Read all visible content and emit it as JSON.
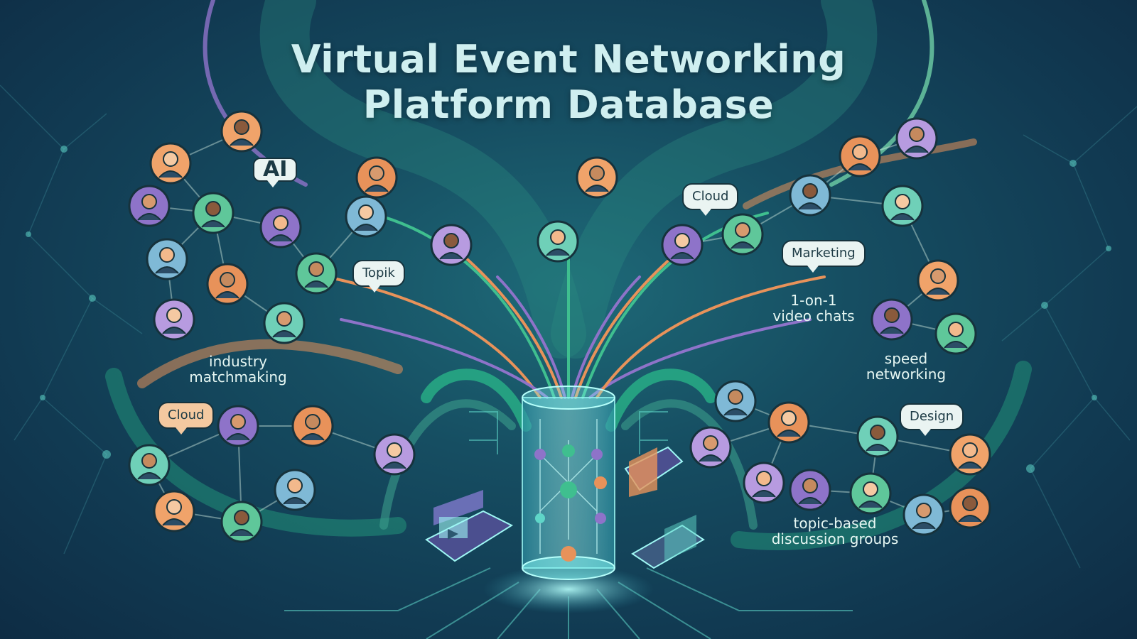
{
  "title": {
    "line1": "Virtual Event Networking",
    "line2": "Platform Database"
  },
  "bubbles": {
    "ai": "AI",
    "topik": "Topik",
    "cloud_right": "Cloud",
    "marketing": "Marketing",
    "cloud_left": "Cloud",
    "design": "Design"
  },
  "labels": {
    "industry_1": "industry",
    "industry_2": "matchmaking",
    "video_1": "1-on-1",
    "video_2": "video chats",
    "speed_1": "speed",
    "speed_2": "networking",
    "topic_1": "topic-based",
    "topic_2": "discussion groups"
  },
  "colors": {
    "bg_center": "#1e6a78",
    "bg_edge": "#0e2c44",
    "teal_stream": "#3fbf8f",
    "purple_stream": "#8e73c9",
    "orange_stream": "#e8925a",
    "cylinder_glow": "#7ff3f0"
  }
}
